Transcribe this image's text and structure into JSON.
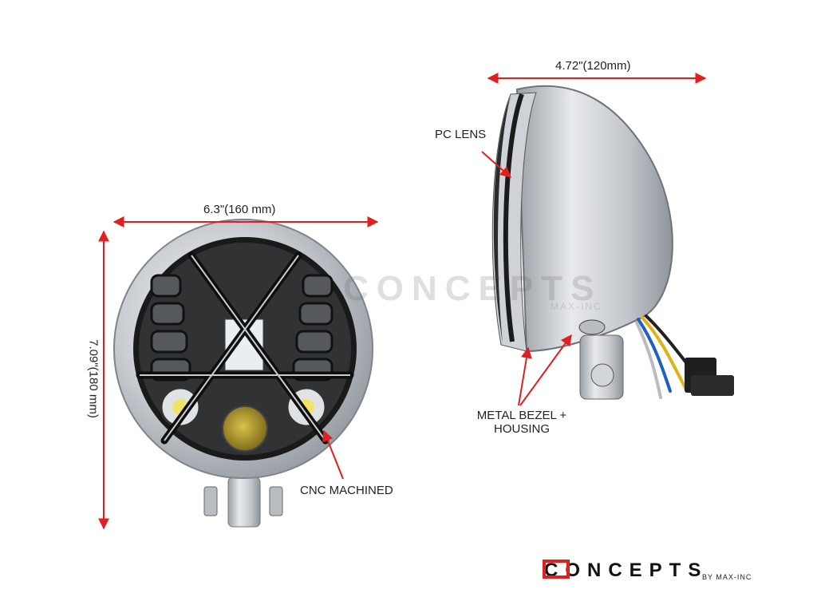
{
  "dimensions": {
    "width_side": "4.72\"(120mm)",
    "width_front": "6.3\"(160 mm)",
    "height_front": "7.09\"(180 mm)"
  },
  "callouts": {
    "pc_lens": "PC LENS",
    "metal_bezel_line1": "METAL BEZEL +",
    "metal_bezel_line2": "HOUSING",
    "cnc_machined": "CNC MACHINED"
  },
  "brand": {
    "name": "CONCEPTS",
    "sub": "BY MAX-INC"
  },
  "watermark": {
    "name": "CONCEPTS",
    "sub": "MAX-INC"
  },
  "colors": {
    "arrow": "#e02020",
    "brand_accent": "#e0201f",
    "chrome": "#c9ced3",
    "housing_black": "#1c1c1c"
  }
}
